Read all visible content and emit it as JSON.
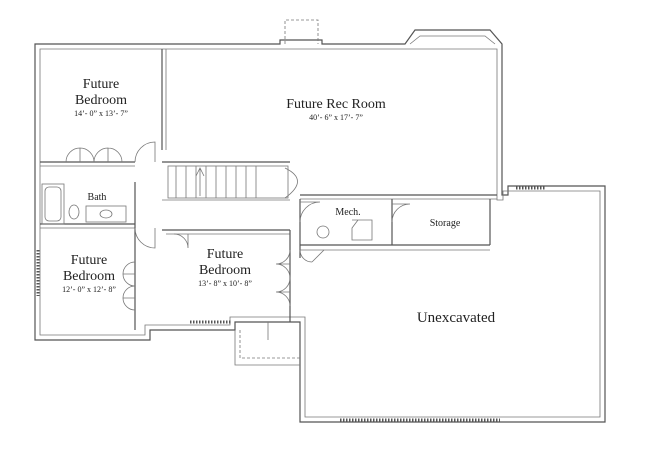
{
  "rooms": {
    "rec_room": {
      "name": "Future Rec Room",
      "size": "40’- 6” x 17’- 7”"
    },
    "bedroom_top": {
      "name_line1": "Future",
      "name_line2": "Bedroom",
      "size": "14’- 0” x 13’- 7”"
    },
    "bath": {
      "name": "Bath"
    },
    "mech": {
      "name": "Mech."
    },
    "storage": {
      "name": "Storage"
    },
    "bedroom_left": {
      "name_line1": "Future",
      "name_line2": "Bedroom",
      "size": "12’- 0” x 12’- 8”"
    },
    "bedroom_mid": {
      "name_line1": "Future",
      "name_line2": "Bedroom",
      "size": "13’- 8” x 10’- 8”"
    },
    "unexcavated": {
      "name": "Unexcavated"
    }
  }
}
